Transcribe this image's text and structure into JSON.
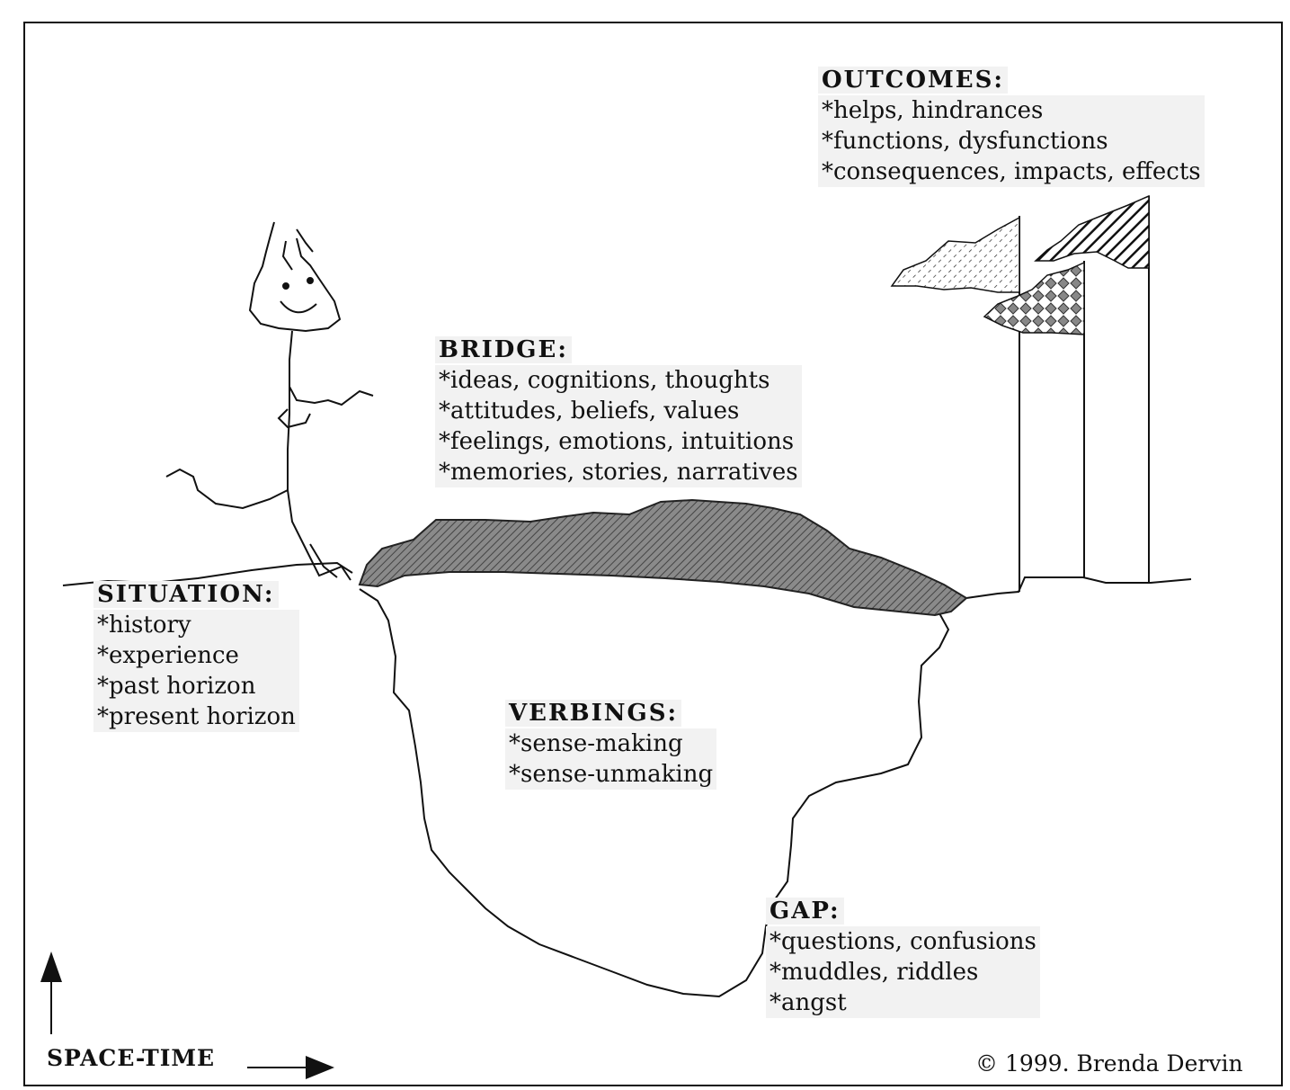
{
  "diagram": {
    "colors": {
      "line": "#111111",
      "bridge_fill": "#7a7a7a",
      "label_bg": "#f2f2f2"
    },
    "outcomes": {
      "heading": "OUTCOMES:",
      "items": [
        "*helps, hindrances",
        "*functions, dysfunctions",
        "*consequences, impacts, effects"
      ]
    },
    "bridge": {
      "heading": "BRIDGE:",
      "items": [
        "*ideas, cognitions, thoughts",
        "*attitudes, beliefs, values",
        "*feelings, emotions, intuitions",
        "*memories, stories, narratives"
      ]
    },
    "situation": {
      "heading": "SITUATION:",
      "items": [
        "*history",
        "*experience",
        "*past horizon",
        "*present horizon"
      ]
    },
    "verbings": {
      "heading": "VERBINGS:",
      "items": [
        "*sense-making",
        "*sense-unmaking"
      ]
    },
    "gap": {
      "heading": "GAP:",
      "items": [
        "*questions, confusions",
        "*muddles, riddles",
        "*angst"
      ]
    },
    "axis_label": "SPACE-TIME",
    "copyright": "© 1999. Brenda Dervin",
    "icons": [
      "stick-figure-icon",
      "flag-icon",
      "arrow-up-icon",
      "arrow-right-icon"
    ]
  }
}
